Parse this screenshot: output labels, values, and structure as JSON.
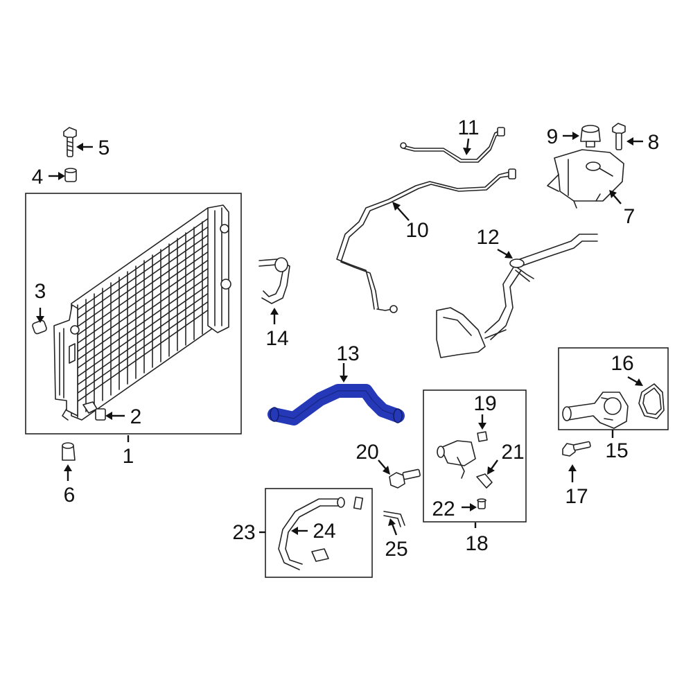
{
  "diagram": {
    "highlight_color": "#2438b8",
    "line_color": "#222222",
    "callouts": [
      {
        "id": "c1",
        "label": "1"
      },
      {
        "id": "c2",
        "label": "2"
      },
      {
        "id": "c3",
        "label": "3"
      },
      {
        "id": "c4",
        "label": "4"
      },
      {
        "id": "c5",
        "label": "5"
      },
      {
        "id": "c6",
        "label": "6"
      },
      {
        "id": "c7",
        "label": "7"
      },
      {
        "id": "c8",
        "label": "8"
      },
      {
        "id": "c9",
        "label": "9"
      },
      {
        "id": "c10",
        "label": "10"
      },
      {
        "id": "c11",
        "label": "11"
      },
      {
        "id": "c12",
        "label": "12"
      },
      {
        "id": "c13",
        "label": "13"
      },
      {
        "id": "c14",
        "label": "14"
      },
      {
        "id": "c15",
        "label": "15"
      },
      {
        "id": "c16",
        "label": "16"
      },
      {
        "id": "c17",
        "label": "17"
      },
      {
        "id": "c18",
        "label": "18"
      },
      {
        "id": "c19",
        "label": "19"
      },
      {
        "id": "c20",
        "label": "20"
      },
      {
        "id": "c21",
        "label": "21"
      },
      {
        "id": "c22",
        "label": "22"
      },
      {
        "id": "c23",
        "label": "23"
      },
      {
        "id": "c24",
        "label": "24"
      },
      {
        "id": "c25",
        "label": "25"
      }
    ]
  }
}
